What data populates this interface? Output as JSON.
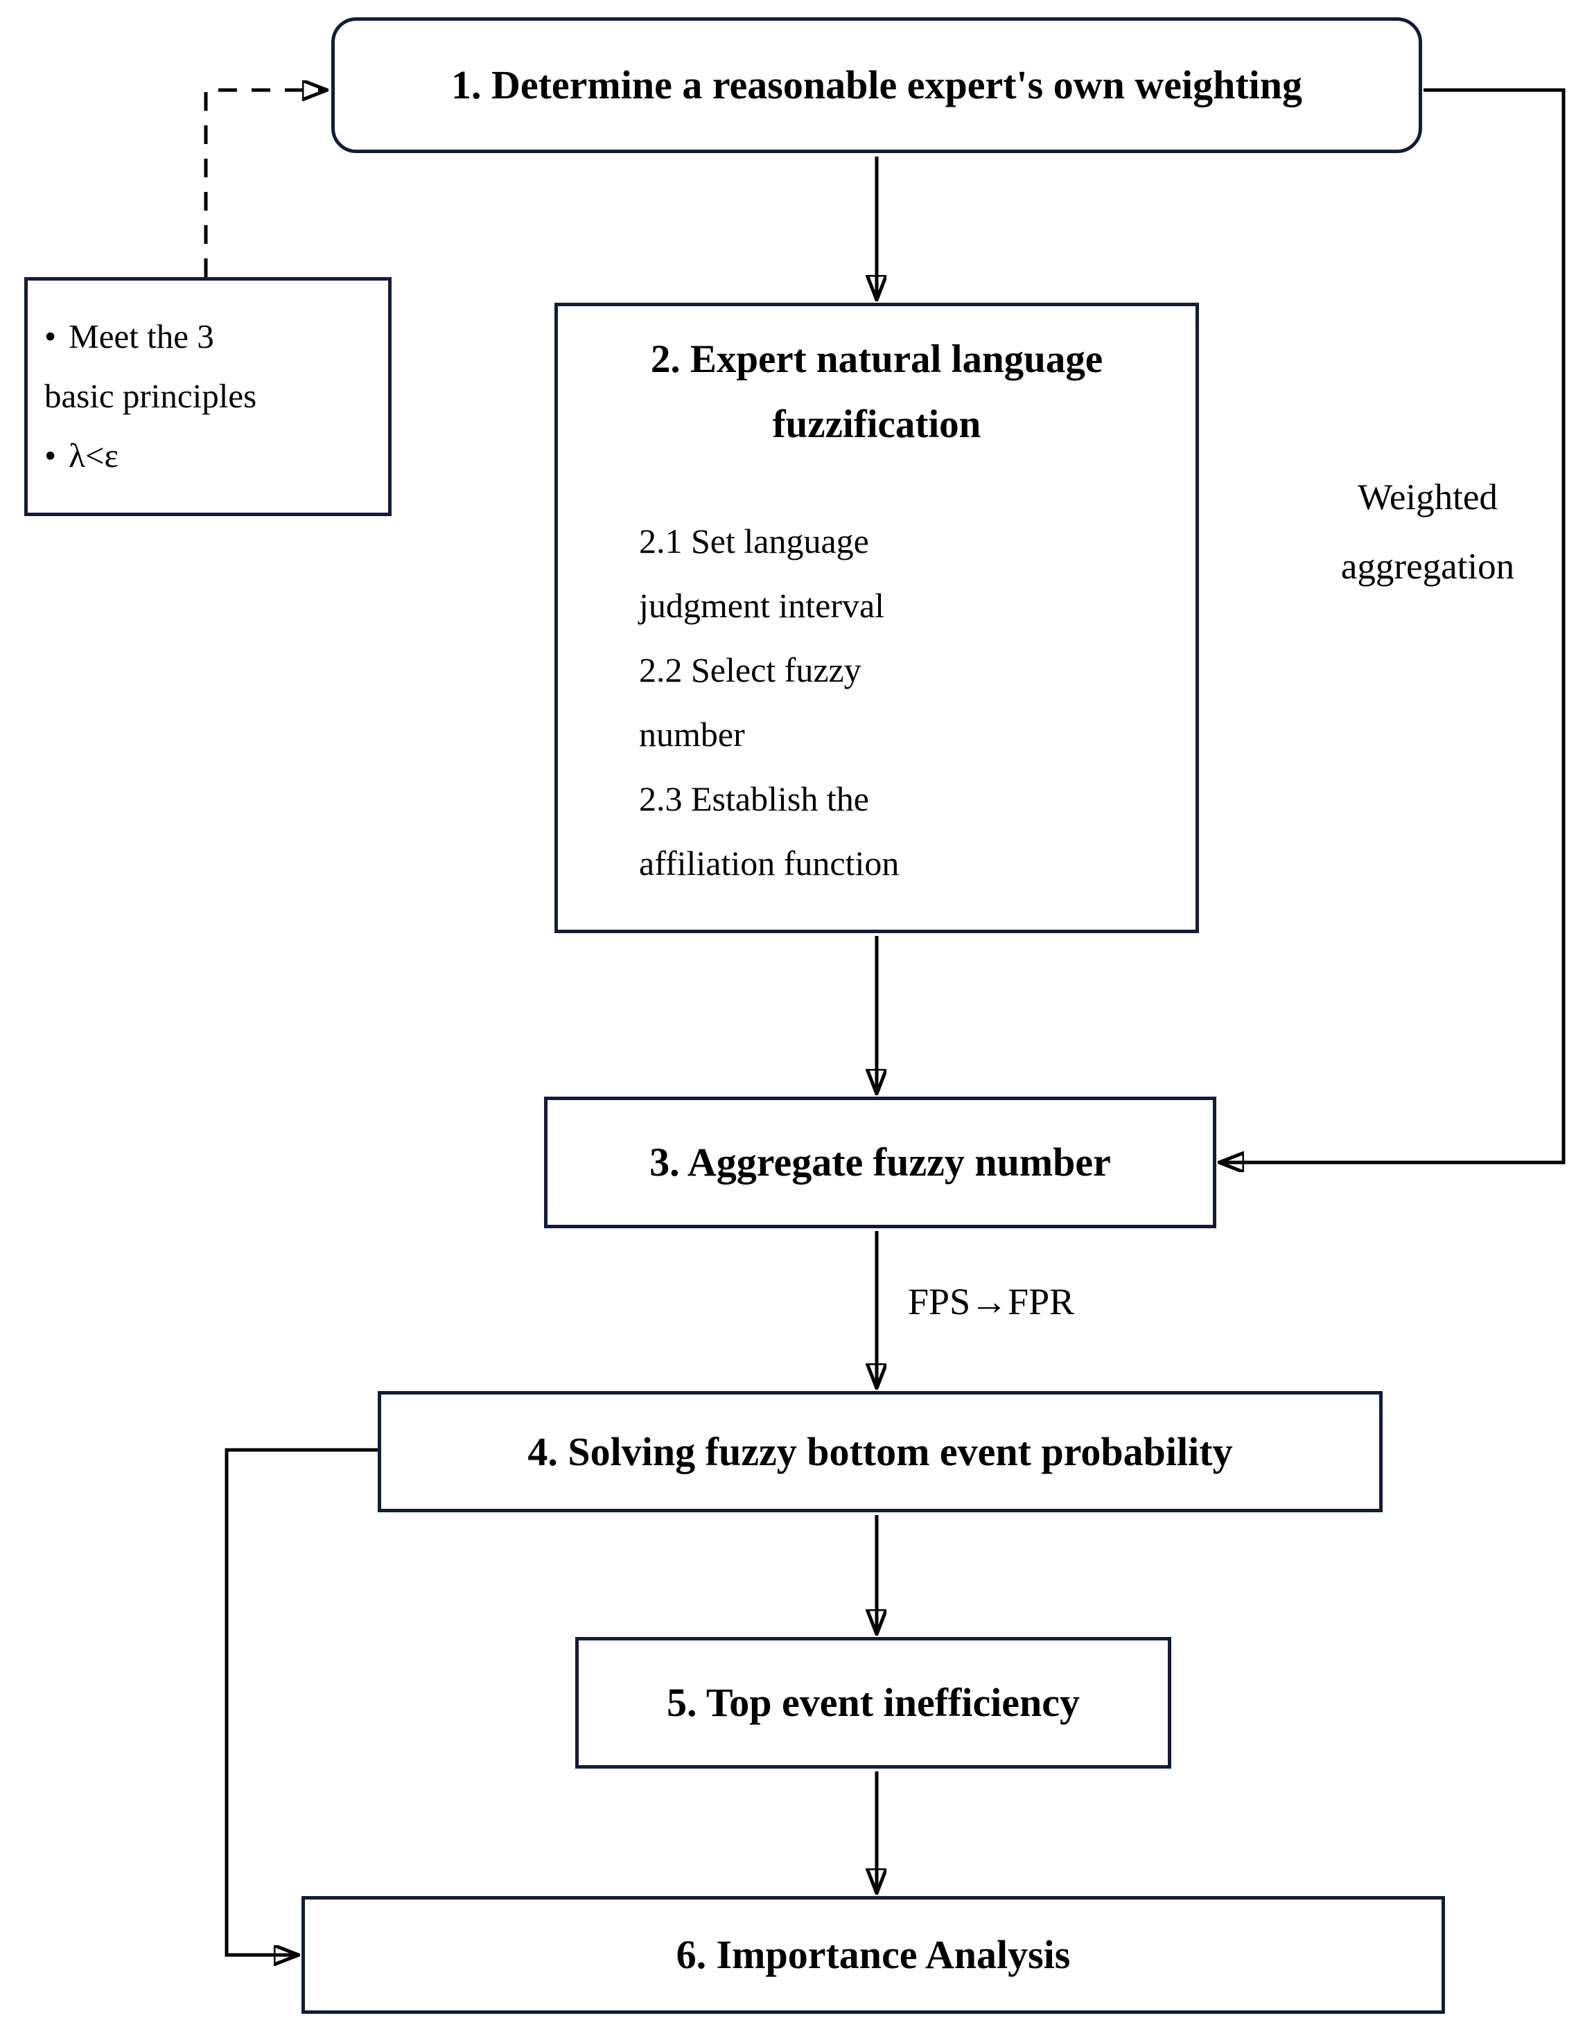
{
  "diagram": {
    "step1": {
      "label": "1. Determine a reasonable expert's own weighting"
    },
    "principles": {
      "bullet": "•",
      "item1_line1": "Meet the 3",
      "item1_line2": "basic principles",
      "item2": "λ<ε"
    },
    "step2": {
      "title_line1": "2. Expert natural language",
      "title_line2": "fuzzification",
      "substeps": [
        {
          "line1": "2.1 Set language",
          "line2": "judgment interval"
        },
        {
          "line1": "2.2 Select fuzzy",
          "line2": "number"
        },
        {
          "line1": "2.3 Establish the",
          "line2": "affiliation function"
        }
      ]
    },
    "step3": {
      "label": "3. Aggregate fuzzy number"
    },
    "step4": {
      "label": "4. Solving fuzzy bottom event probability"
    },
    "step5": {
      "label": "5. Top event inefficiency"
    },
    "step6": {
      "label": "6. Importance Analysis"
    },
    "labels": {
      "weighted_line1": "Weighted",
      "weighted_line2": "aggregation",
      "fps_fpr": "FPS→FPR"
    },
    "colors": {
      "box_border": "#141c38",
      "connector": "#000000",
      "text": "#000000",
      "background": "#ffffff"
    }
  }
}
